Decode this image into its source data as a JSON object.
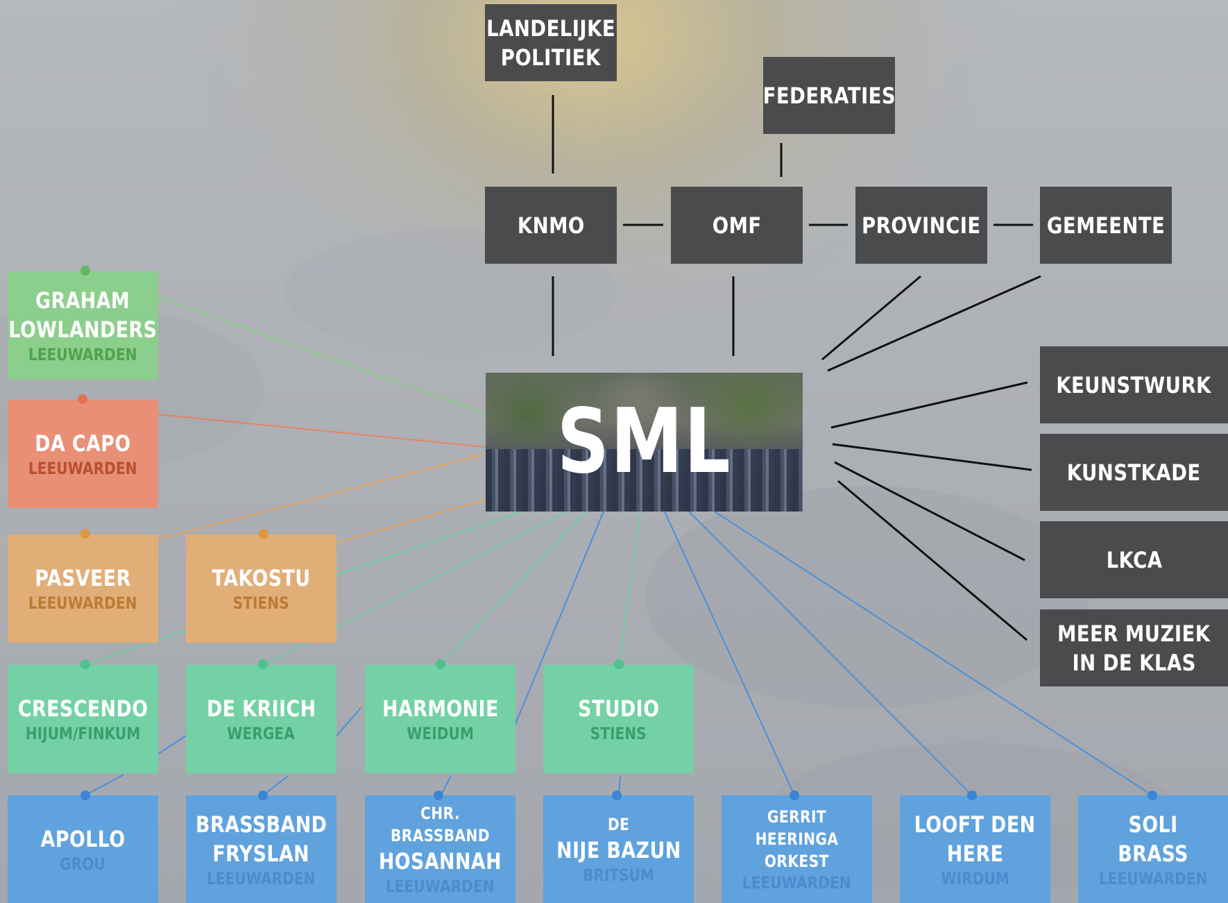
{
  "center": {
    "label": "SML"
  },
  "network": {
    "landelijke_politiek": [
      "LANDELIJKE",
      "POLITIEK"
    ],
    "federaties": "FEDERATIES",
    "knmo": "KNMO",
    "omf": "OMF",
    "provincie": "PROVINCIE",
    "gemeente": "GEMEENTE",
    "keunstwurk": "KEUNSTWURK",
    "kunstkade": "KUNSTKADE",
    "lkca": "LKCA",
    "meer_muziek": [
      "MEER MUZIEK",
      "IN DE KLAS"
    ]
  },
  "bands": {
    "graham": {
      "name": [
        "GRAHAM",
        "LOWLANDERS"
      ],
      "place": "LEEUWARDEN"
    },
    "dacapo": {
      "name": [
        "DA CAPO"
      ],
      "place": "LEEUWARDEN"
    },
    "pasveer": {
      "name": [
        "PASVEER"
      ],
      "place": "LEEUWARDEN"
    },
    "takostu": {
      "name": [
        "TAKOSTU"
      ],
      "place": "STIENS"
    },
    "crescendo": {
      "name": [
        "CRESCENDO"
      ],
      "place": "HIJUM/FINKUM"
    },
    "dekriich": {
      "name": [
        "DE KRIICH"
      ],
      "place": "WERGEA"
    },
    "harmonie": {
      "name": [
        "HARMONIE"
      ],
      "place": "WEIDUM"
    },
    "studio": {
      "name": [
        "STUDIO"
      ],
      "place": "STIENS"
    },
    "apollo": {
      "name": [
        "APOLLO"
      ],
      "place": "GROU"
    },
    "brassband": {
      "name": [
        "BRASSBAND",
        "FRYSLAN"
      ],
      "place": "LEEUWARDEN"
    },
    "hosannah": {
      "prefix": "CHR. BRASSBAND",
      "name": [
        "HOSANNAH"
      ],
      "place": "LEEUWARDEN"
    },
    "nijebazun": {
      "prefix": "DE",
      "name": [
        "NIJE BAZUN"
      ],
      "place": "BRITSUM"
    },
    "gerrit": {
      "name": [
        "GERRIT HEERINGA",
        "ORKEST"
      ],
      "place": "LEEUWARDEN"
    },
    "looft": {
      "name": [
        "LOOFT DEN",
        "HERE"
      ],
      "place": "WIRDUM"
    },
    "soli": {
      "name": [
        "SOLI BRASS"
      ],
      "place": "LEEUWARDEN"
    }
  },
  "colors": {
    "dark_box": "#4a4b4d",
    "green": "#8cce8c",
    "red": "#e88f76",
    "orange": "#e2ae78",
    "teal": "#74d1a5",
    "blue": "#5fa2dd",
    "background": "#aeb1b6"
  }
}
